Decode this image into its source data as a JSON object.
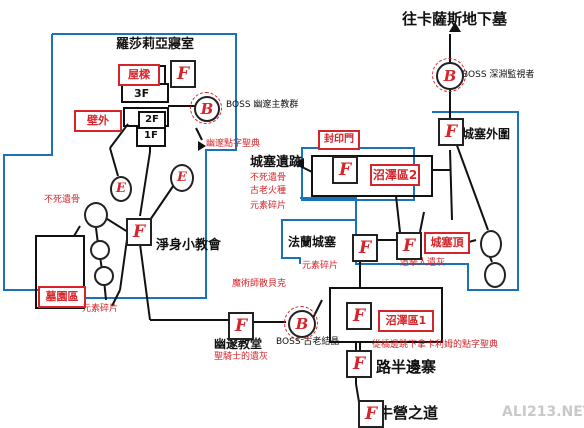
{
  "destinations": {
    "catacombs": "往卡薩斯地下墓",
    "peasant_road": "牛營之道",
    "roadside_fort": "路半邊寨"
  },
  "areas": {
    "rosaria_room": "羅莎莉亞寢室",
    "beam": "屋樑",
    "floor3": "3F",
    "floor2": "2F",
    "floor1": "1F",
    "wall_outer": "壁外",
    "cemetery": "墓園區",
    "cleansing_chapel": "淨身小教會",
    "castle_ruins": "城塞遺跡",
    "seal_gate": "封印門",
    "swamp2": "沼澤區2",
    "castle_outer": "城塞外圍",
    "lothric_fort": "法蘭城塞",
    "castle_top": "城塞頂",
    "swamp1": "沼澤區1",
    "dark_church": "幽邃教堂"
  },
  "bosses": {
    "deacons": "BOSS 幽邃主教群",
    "abyss_watchers": "BOSS 深淵監視者",
    "old_demon": "BOSS 古老結晶"
  },
  "items": {
    "deacon_text": "幽邃點字聖典",
    "undead_bone_left": "不死遺骨",
    "shard_left": "元素碎片",
    "undead_bone": "不死遺骨",
    "old_torch": "古老火種",
    "shard_ruins": "元素碎片",
    "shard_fort": "元素碎片",
    "sorcerer_ring": "魔術師散貝克",
    "knight_ashes": "聖騎士的遺灰",
    "stalker_ashes": "追擊人遺灰",
    "swamp_note": "從橋邊跳下拿卡利姆的點字聖典"
  },
  "icons": {
    "bonfire_letter": "F",
    "boss_letter": "B",
    "enemy_letter": "E"
  },
  "watermark": "ALI213.NET",
  "colors": {
    "route_blue": "#1a73b8",
    "label_red": "#d5252a",
    "ink_black": "#111111"
  }
}
